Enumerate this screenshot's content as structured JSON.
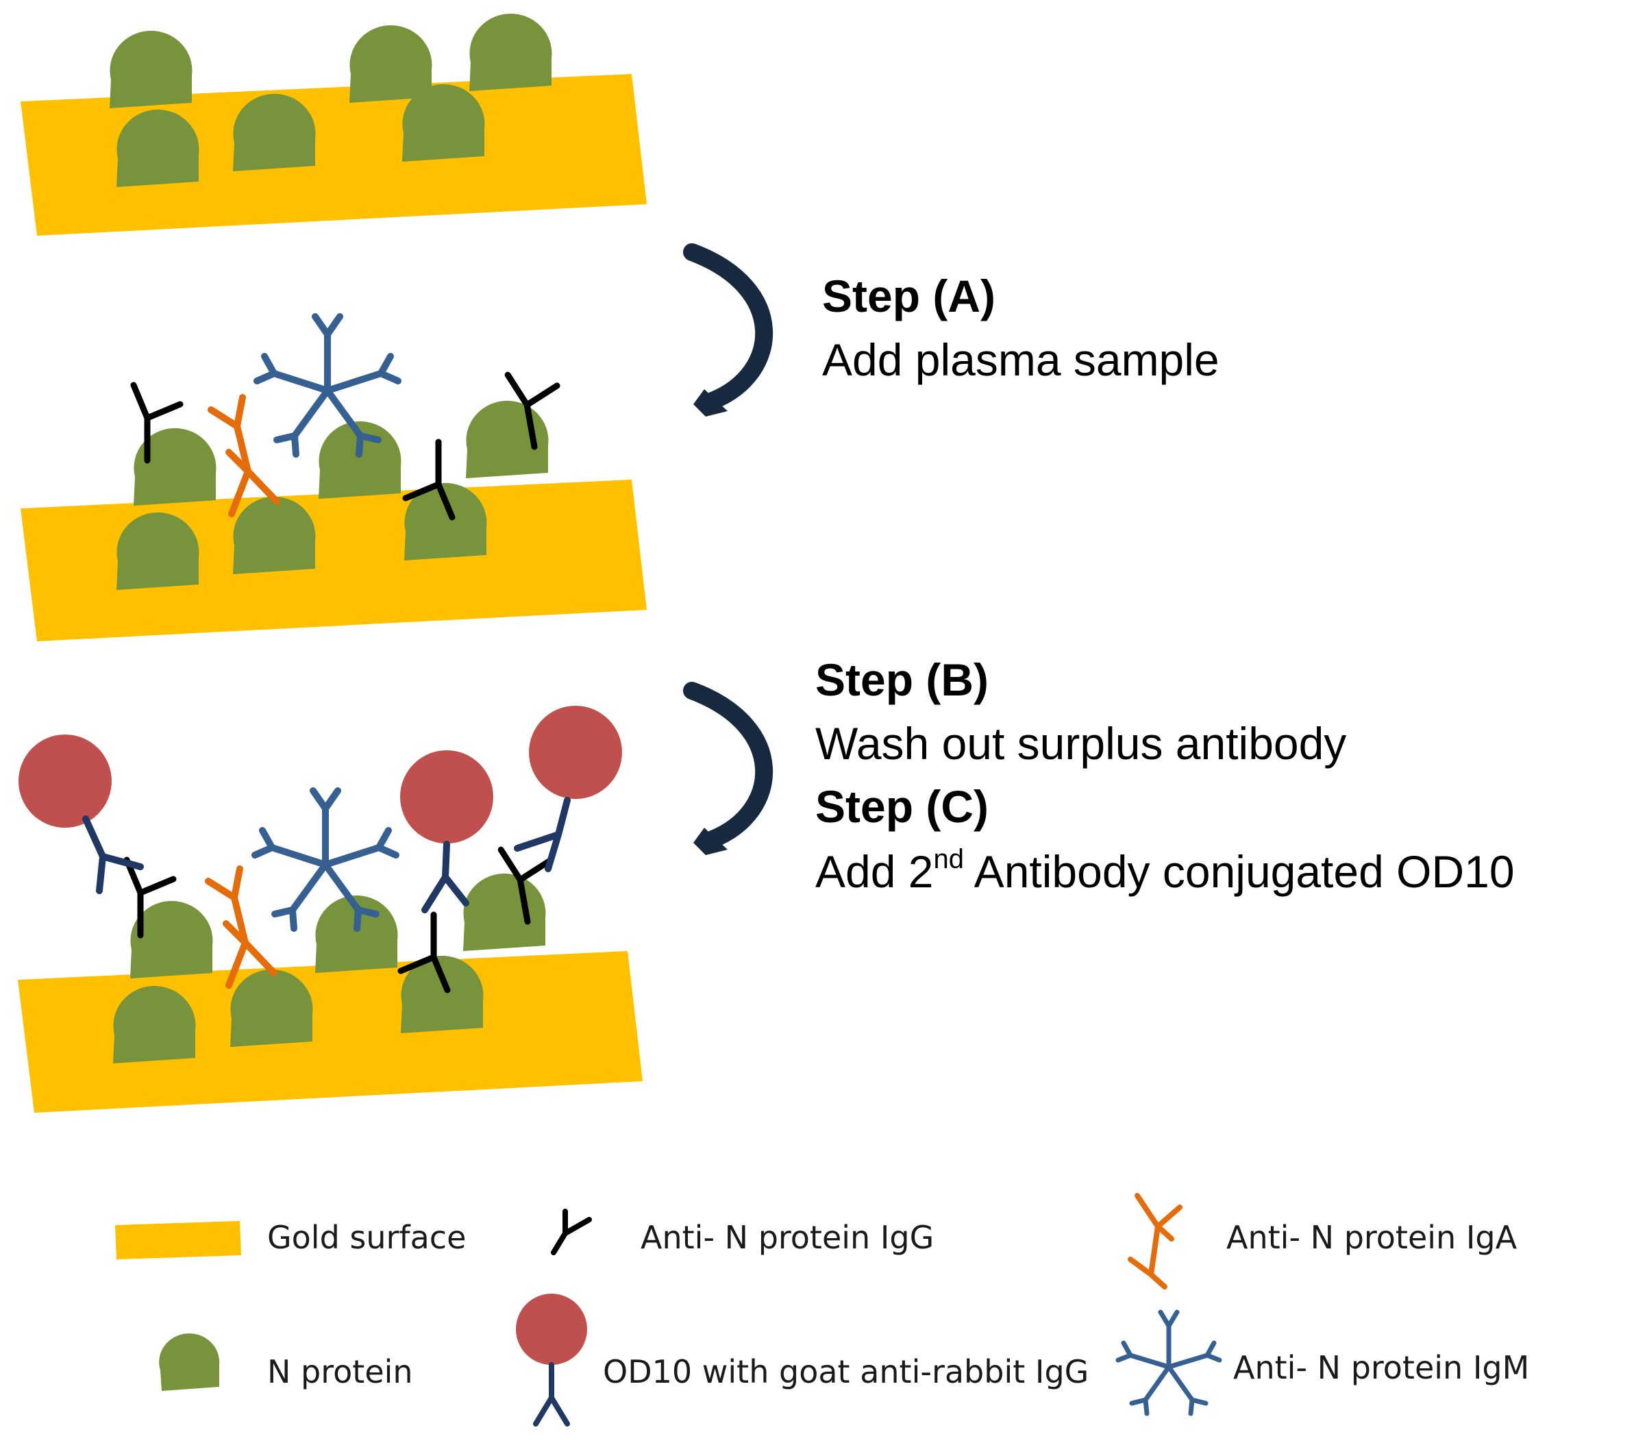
{
  "steps": {
    "a_title": "Step (A)",
    "a_text": "Add plasma sample",
    "b_title": "Step (B)",
    "b_text": "Wash out surplus antibody",
    "c_title": "Step (C)",
    "c_text_prefix": "Add 2",
    "c_text_sup": "nd",
    "c_text_suffix": " Antibody conjugated OD10"
  },
  "legend": {
    "gold_surface": "Gold surface",
    "igg": "Anti- N protein IgG",
    "iga": "Anti- N protein IgA",
    "n_protein": "N protein",
    "od10": "OD10 with goat anti-rabbit IgG",
    "igm": "Anti- N protein IgM"
  },
  "colors": {
    "gold": "#FFC000",
    "n_protein": "#77933C",
    "igg": "#000000",
    "iga": "#E46C0A",
    "igm": "#376092",
    "od10": "#C0504D",
    "od10_antibody": "#1F3864",
    "arrow": "#17293F"
  }
}
